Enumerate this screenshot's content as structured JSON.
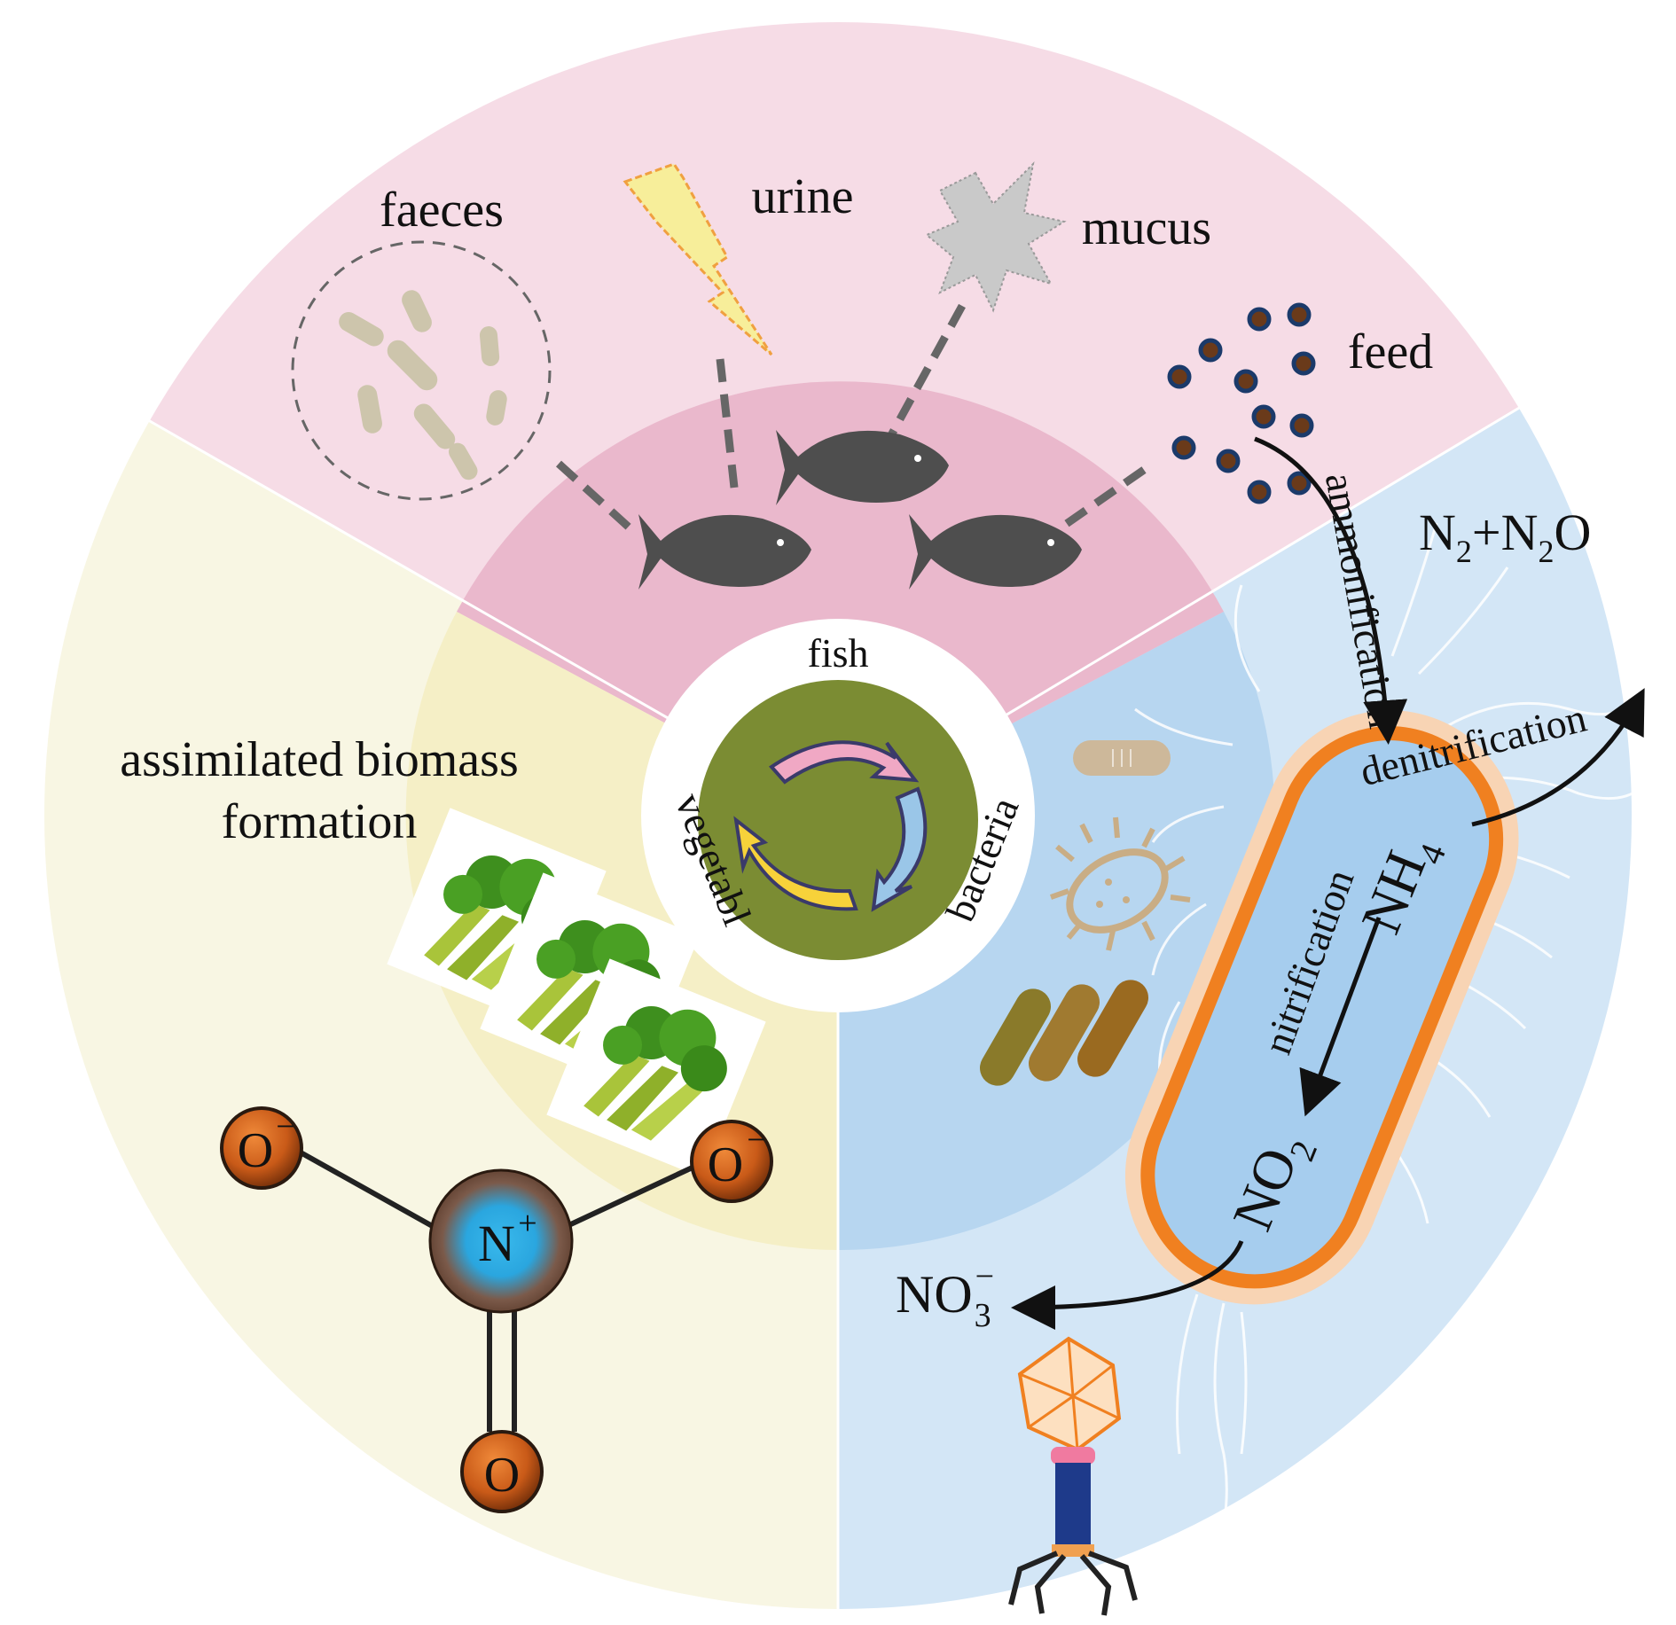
{
  "sections": {
    "fish": {
      "hub_label": "fish",
      "hub_color": "#e07aa3",
      "sources": [
        "faeces",
        "urine",
        "mucus",
        "feed"
      ]
    },
    "vegetable": {
      "hub_label": "vegetabl",
      "hub_color": "#f0b400",
      "process": "assimilated biomass formation",
      "process_lines": [
        "assimilated biomass",
        "formation"
      ]
    },
    "bacteria": {
      "hub_label": "bacteria",
      "hub_color": "#2b8fd0",
      "processes": {
        "ammonification": "ammonification",
        "nitrification": "nitrification",
        "denitrification": "denitrification"
      }
    }
  },
  "chemistry": {
    "gases": {
      "n2": "N",
      "n2_sub": "2",
      "plus": "+N",
      "n2o_sub": "2",
      "o": "O"
    },
    "ammonium": {
      "base": "NH",
      "sub": "4"
    },
    "nitrite": {
      "base": "NO",
      "sub": "2"
    },
    "nitrate_label": {
      "base": "NO",
      "sub": "3",
      "sup": "−"
    },
    "nitrate_molecule": {
      "center": "N",
      "center_charge": "+",
      "oxygen_left": "O",
      "oxygen_left_charge": "−",
      "oxygen_right": "O",
      "oxygen_right_charge": "−",
      "oxygen_bottom": "O"
    }
  },
  "colors": {
    "fish_zone": "#f6dce6",
    "fish_inner": "#eab8cc",
    "vegetable_zone": "#f8f6e3",
    "vegetable_inner": "#f5efc6",
    "bacteria_zone": "#d3e6f6",
    "bacteria_inner": "#b7d6f0",
    "hub_center": "#7b8c33",
    "fish_icon": "#4e4e4e",
    "atom": "#c95a18",
    "atom_center": "#2aa6df",
    "bacterium_membrane": "#f08020",
    "bacterium_body": "#a6cdee"
  }
}
